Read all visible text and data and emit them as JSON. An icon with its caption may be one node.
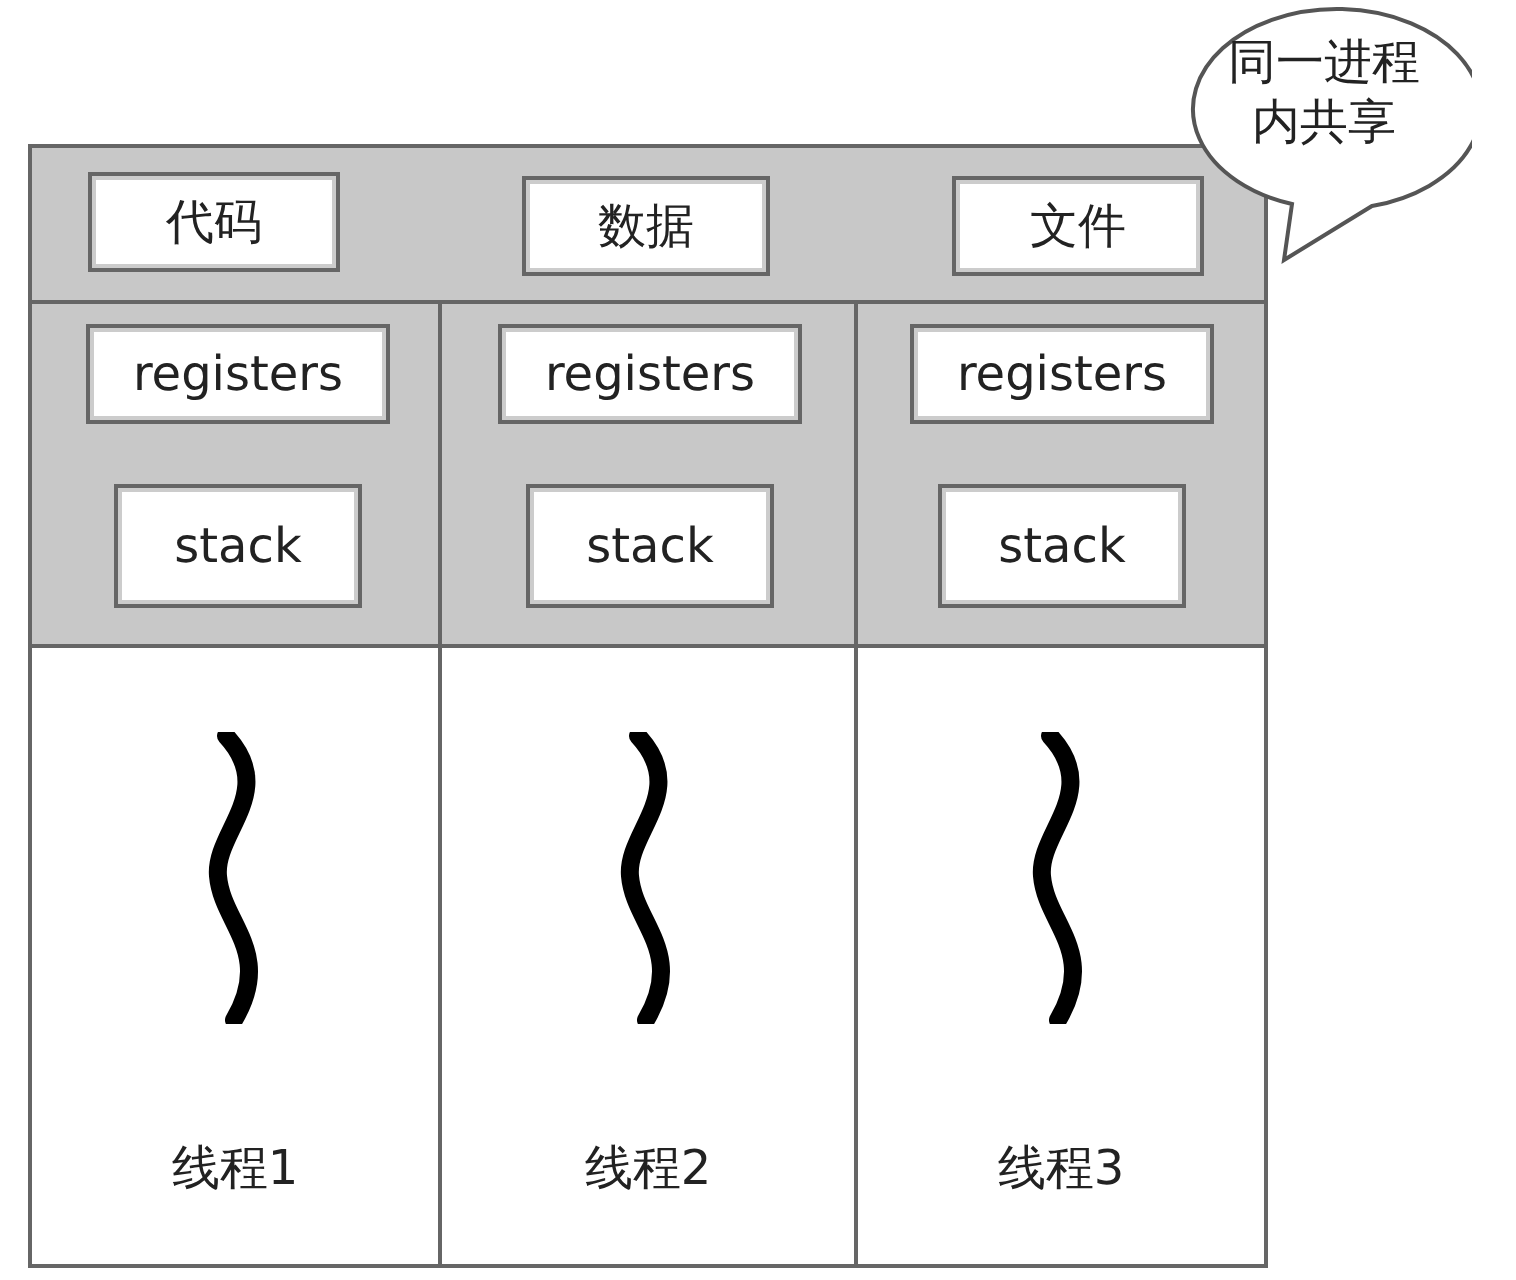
{
  "diagram": {
    "nodes": [
      {
        "text": [],
        "shape": "box"
      },
      {
        "text": [],
        "shape": "bar",
        "in": 0
      },
      {
        "text": [
          "代码"
        ],
        "in": 1
      },
      {
        "text": [
          "数据"
        ],
        "in": 1
      },
      {
        "text": [
          "文件"
        ],
        "in": 1
      },
      {
        "text": [
          "同一进程内共享"
        ]
      },
      {
        "text": [
          "线程1"
        ],
        "in": 0
      },
      {
        "text": [
          "registers"
        ],
        "in": 6
      },
      {
        "text": [
          "stack"
        ],
        "in": 6
      },
      {
        "text": [
          "线程2"
        ],
        "in": 0
      },
      {
        "text": [
          "registers"
        ],
        "in": 9
      },
      {
        "text": [
          "stack"
        ],
        "in": 9
      },
      {
        "text": [
          "线程3"
        ],
        "in": 0
      },
      {
        "text": [
          "registers"
        ],
        "in": 12
      },
      {
        "text": [
          "stack"
        ],
        "in": 12
      }
    ],
    "edges": []
  }
}
